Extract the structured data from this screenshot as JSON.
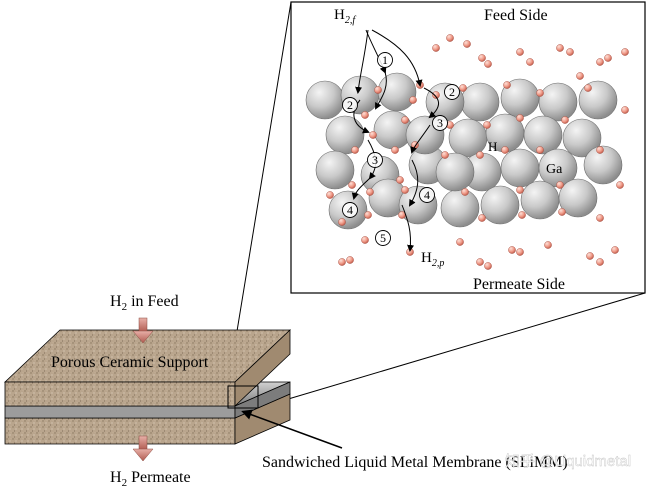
{
  "labels": {
    "h2_feed": "H2 in Feed",
    "porous_support": "Porous Ceramic Support",
    "h2_permeate": "H2 Permeate",
    "membrane": "Sandwiched Liquid Metal Membrane (SLiMM)",
    "feed_side": "Feed Side",
    "permeate_side": "Permeate Side",
    "h2f_base": "H",
    "h2f_sub": "2,f",
    "h2p_base": "H",
    "h2p_sub": "2,p",
    "h_atom": "H",
    "ga_atom": "Ga",
    "watermark": "知乎 @Liquidmetal"
  },
  "steps": [
    "1",
    "2",
    "2",
    "3",
    "3",
    "4",
    "4",
    "5"
  ],
  "colors": {
    "support": "#b8a48c",
    "membrane_layer": "#9a9a9a",
    "ga_sphere": "#c8c8c8",
    "h_atom": "#f0a090",
    "arrow_fill": "#c88080"
  }
}
